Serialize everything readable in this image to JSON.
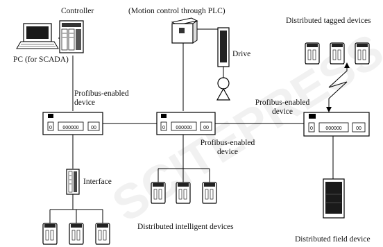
{
  "labels": {
    "controller": "Controller",
    "motion_control": "(Motion control through PLC)",
    "distributed_tagged": "Distributed tagged devices",
    "pc_scada": "PC (for SCADA)",
    "drive": "Drive",
    "profibus_left": "Profibus-enabled\ndevice",
    "profibus_right": "Profibus-enabled\ndevice",
    "profibus_center": "Profibus-enabled\ndevice",
    "interface": "Interface",
    "distributed_intelligent": "Distributed intelligent devices",
    "distributed_field": "Distributed field device"
  },
  "hub_port_text": {
    "left": "000000",
    "right": "00",
    "single": "0"
  },
  "watermark": "SCITEPRESS"
}
